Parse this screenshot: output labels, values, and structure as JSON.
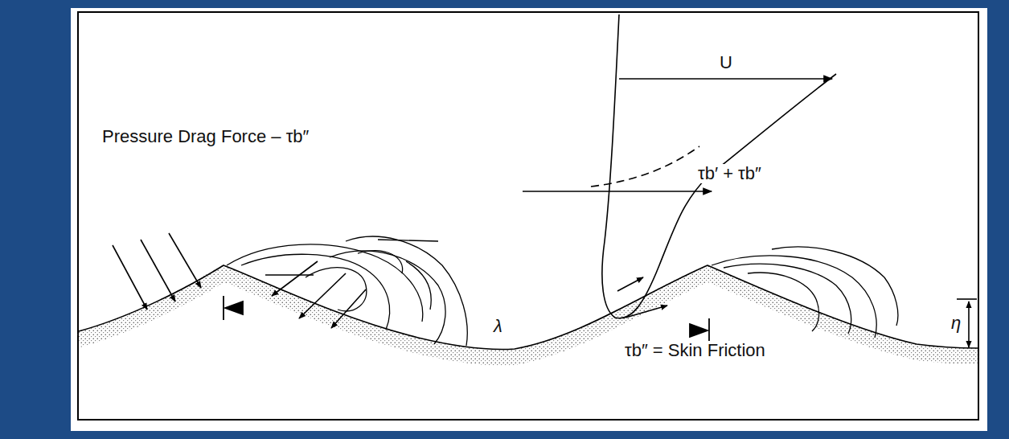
{
  "diagram": {
    "labels": [
      "Pressure Drag Force – τb″",
      "U",
      "τb′ + τb″",
      "τb″ = Skin Friction",
      "λ",
      "η"
    ]
  }
}
